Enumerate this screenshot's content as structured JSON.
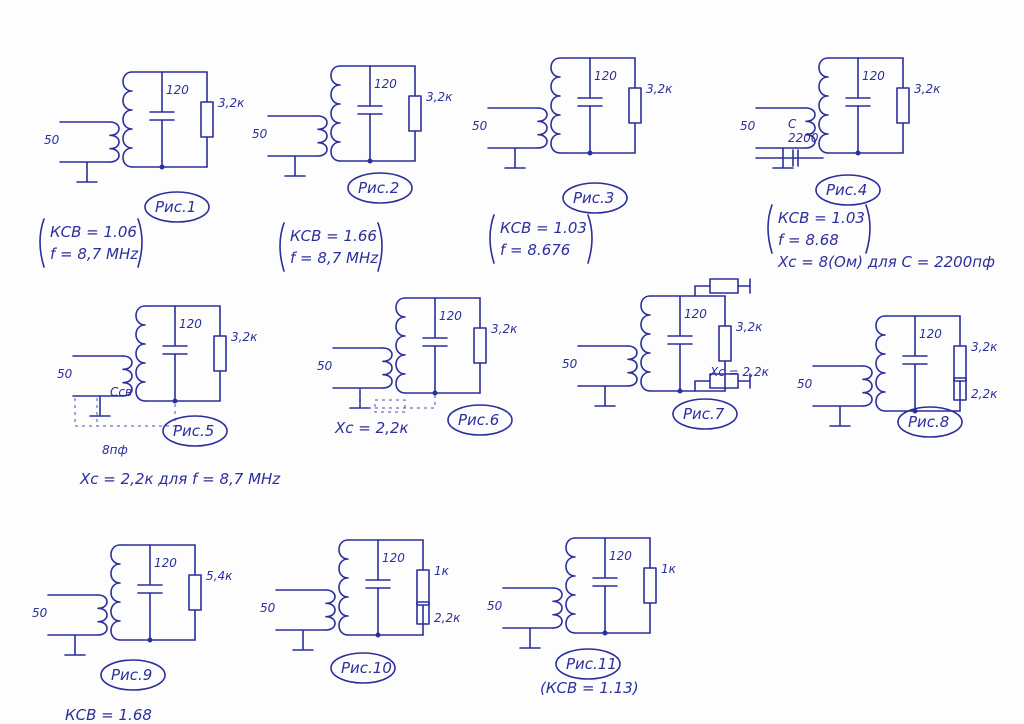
{
  "ink_color": "#2b2f9c",
  "figures": [
    {
      "id": "1",
      "label": "Рис.1",
      "source": "50",
      "cap": "120",
      "res": "3,2к",
      "notes": [
        "КСВ = 1.06",
        "f = 8,7 MHz"
      ]
    },
    {
      "id": "2",
      "label": "Рис.2",
      "source": "50",
      "cap": "120",
      "res": "3,2к",
      "notes": [
        "КСВ = 1.66",
        "f = 8,7 MHz"
      ]
    },
    {
      "id": "3",
      "label": "Рис.3",
      "source": "50",
      "cap": "120",
      "res": "3,2к",
      "notes": [
        "КСВ = 1.03",
        "f = 8.676"
      ]
    },
    {
      "id": "4",
      "label": "Рис.4",
      "source": "50",
      "cap": "120",
      "res": "3,2к",
      "extra": [
        "C",
        "2200"
      ],
      "notes": [
        "КСВ = 1.03",
        "f = 8.68",
        "Xc = 8(Ом) для C = 2200пф"
      ]
    },
    {
      "id": "5",
      "label": "Рис.5",
      "source": "50",
      "cap": "120",
      "res": "3,2к",
      "extra": [
        "Ссв",
        "8пф"
      ],
      "notes": [
        "Xc = 2,2к для f = 8,7 MHz"
      ]
    },
    {
      "id": "6",
      "label": "Рис.6",
      "source": "50",
      "cap": "120",
      "res": "3,2к",
      "notes": [
        "Xc = 2,2к"
      ]
    },
    {
      "id": "7",
      "label": "Рис.7",
      "source": "50",
      "cap": "120",
      "res": "3,2к",
      "extra": [
        "Xc = 2,2к"
      ],
      "notes": []
    },
    {
      "id": "8",
      "label": "Рис.8",
      "source": "50",
      "cap": "120",
      "res": "3,2к",
      "extra": [
        "2,2к"
      ],
      "notes": []
    },
    {
      "id": "9",
      "label": "Рис.9",
      "source": "50",
      "cap": "120",
      "res": "5,4к",
      "notes": [
        "КСВ = 1.68"
      ]
    },
    {
      "id": "10",
      "label": "Рис.10",
      "source": "50",
      "cap": "120",
      "res": "1к",
      "extra": [
        "2,2к"
      ],
      "notes": []
    },
    {
      "id": "11",
      "label": "Рис.11",
      "source": "50",
      "cap": "120",
      "res": "1к",
      "notes": [
        "(КСВ = 1.13)"
      ]
    }
  ]
}
